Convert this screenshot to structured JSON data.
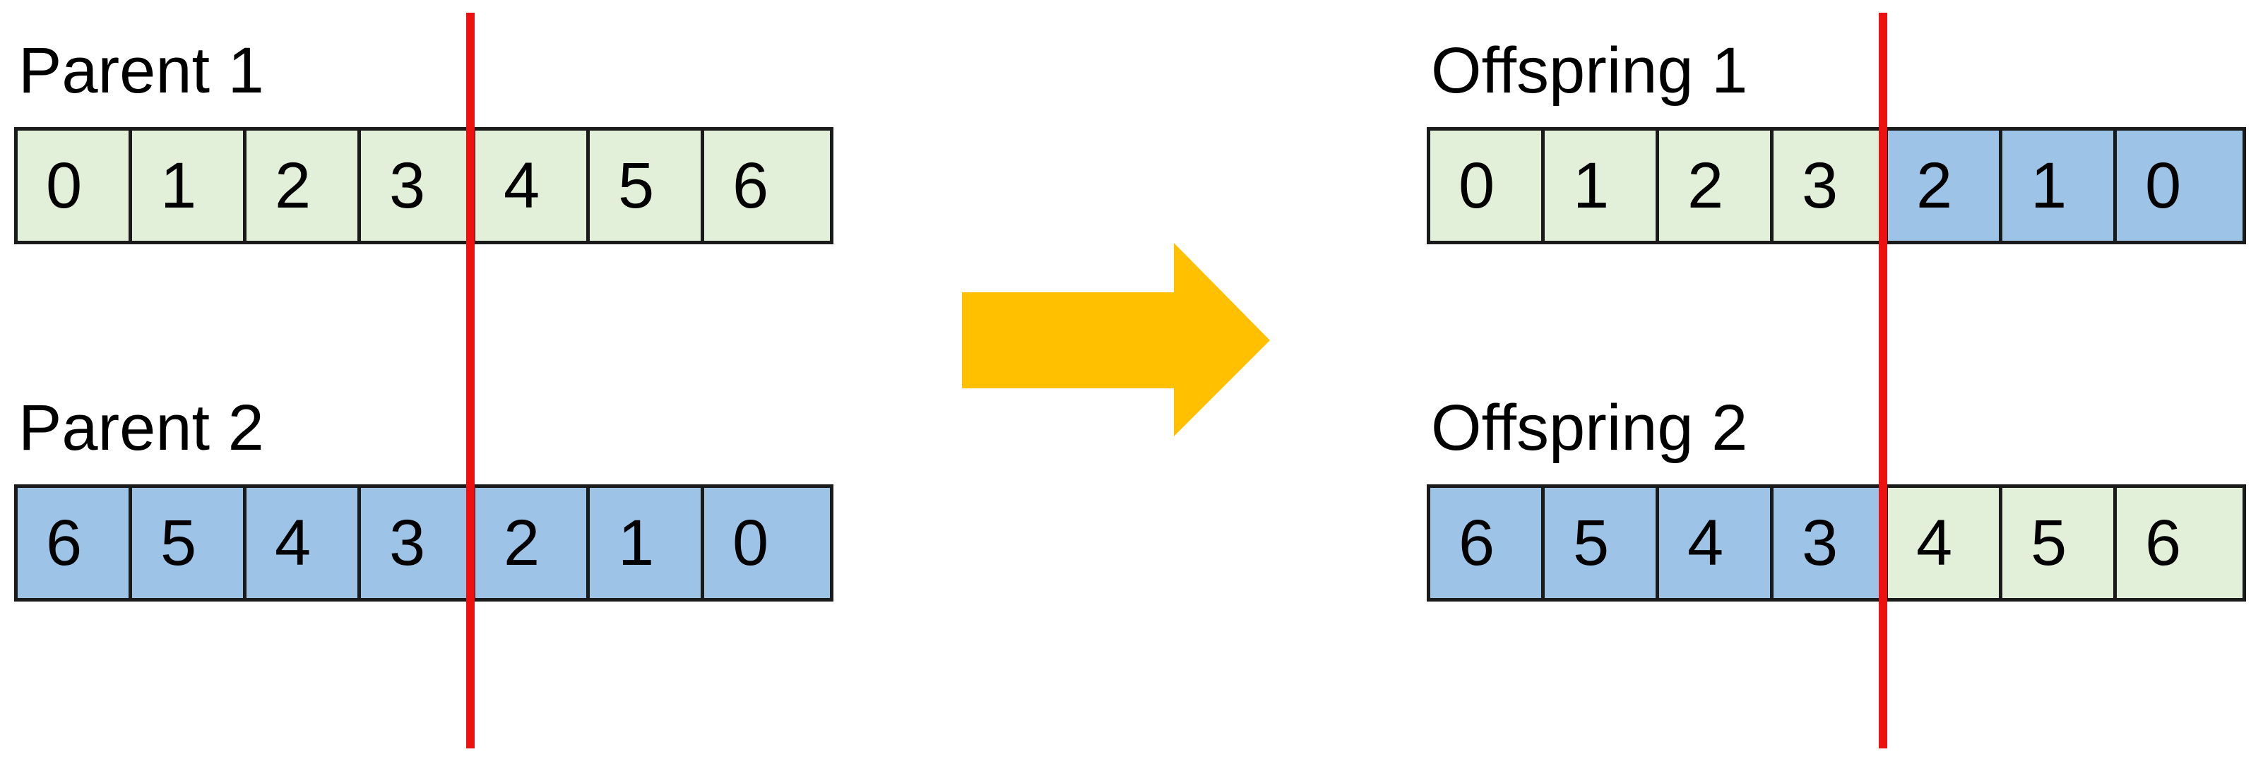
{
  "colors": {
    "green": "#e2efd9",
    "blue": "#9dc3e6",
    "cut_line": "#ee1111",
    "arrow": "#ffc000"
  },
  "icons": {
    "arrow": "right-arrow-icon"
  },
  "parents": {
    "parent1": {
      "label": "Parent 1",
      "genes": [
        "0",
        "1",
        "2",
        "3",
        "4",
        "5",
        "6"
      ],
      "fills": [
        "green",
        "green",
        "green",
        "green",
        "green",
        "green",
        "green"
      ]
    },
    "parent2": {
      "label": "Parent 2",
      "genes": [
        "6",
        "5",
        "4",
        "3",
        "2",
        "1",
        "0"
      ],
      "fills": [
        "blue",
        "blue",
        "blue",
        "blue",
        "blue",
        "blue",
        "blue"
      ]
    }
  },
  "offspring": {
    "offspring1": {
      "label": "Offspring 1",
      "genes": [
        "0",
        "1",
        "2",
        "3",
        "2",
        "1",
        "0"
      ],
      "fills": [
        "green",
        "green",
        "green",
        "green",
        "blue",
        "blue",
        "blue"
      ]
    },
    "offspring2": {
      "label": "Offspring 2",
      "genes": [
        "6",
        "5",
        "4",
        "3",
        "4",
        "5",
        "6"
      ],
      "fills": [
        "blue",
        "blue",
        "blue",
        "blue",
        "green",
        "green",
        "green"
      ]
    }
  }
}
